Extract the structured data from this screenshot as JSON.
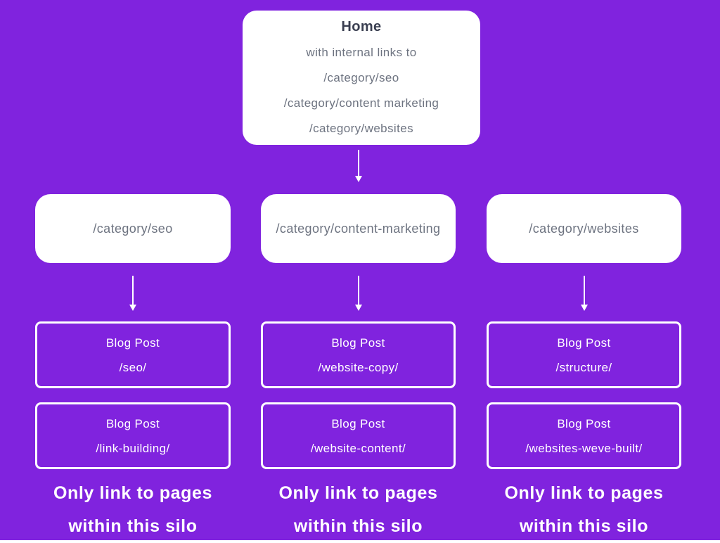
{
  "colors": {
    "background": "#8023DE",
    "card-bg": "#FFFFFF",
    "heading-text": "#3A3F51",
    "muted-text": "#6D7380",
    "white": "#FFFFFF"
  },
  "home": {
    "title": "Home",
    "lines": [
      "with internal links to",
      "/category/seo",
      "/category/content marketing",
      "/category/websites"
    ]
  },
  "silos": [
    {
      "category": "/category/seo",
      "posts": [
        {
          "label": "Blog Post",
          "slug": "/seo/"
        },
        {
          "label": "Blog Post",
          "slug": "/link-building/"
        }
      ],
      "caption1": "Only link to pages",
      "caption2": "within this silo"
    },
    {
      "category": "/category/content-marketing",
      "posts": [
        {
          "label": "Blog Post",
          "slug": "/website-copy/"
        },
        {
          "label": "Blog Post",
          "slug": "/website-content/"
        }
      ],
      "caption1": "Only link to pages",
      "caption2": "within this silo"
    },
    {
      "category": "/category/websites",
      "posts": [
        {
          "label": "Blog Post",
          "slug": "/structure/"
        },
        {
          "label": "Blog Post",
          "slug": "/websites-weve-built/"
        }
      ],
      "caption1": "Only link to pages",
      "caption2": "within this silo"
    }
  ]
}
